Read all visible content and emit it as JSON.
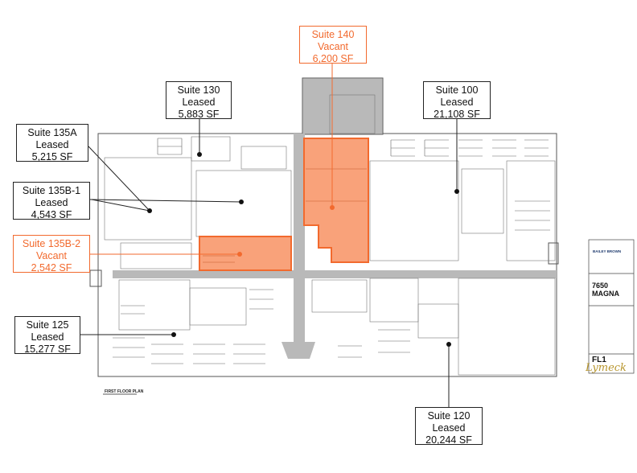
{
  "suites": [
    {
      "id": "suite-130",
      "name": "Suite 130",
      "status": "Leased",
      "size": "5,883 SF",
      "vacant": false
    },
    {
      "id": "suite-135a",
      "name": "Suite 135A",
      "status": "Leased",
      "size": "5,215 SF",
      "vacant": false
    },
    {
      "id": "suite-135b-1",
      "name": "Suite 135B-1",
      "status": "Leased",
      "size": "4,543 SF",
      "vacant": false
    },
    {
      "id": "suite-135b-2",
      "name": "Suite 135B-2",
      "status": "Vacant",
      "size": "2,542 SF",
      "vacant": true
    },
    {
      "id": "suite-125",
      "name": "Suite 125",
      "status": "Leased",
      "size": "15,277 SF",
      "vacant": false
    },
    {
      "id": "suite-140",
      "name": "Suite 140",
      "status": "Vacant",
      "size": "6,200 SF",
      "vacant": true
    },
    {
      "id": "suite-100",
      "name": "Suite 100",
      "status": "Leased",
      "size": "21,108 SF",
      "vacant": false
    },
    {
      "id": "suite-120",
      "name": "Suite 120",
      "status": "Leased",
      "size": "20,244 SF",
      "vacant": false
    }
  ],
  "title_block": {
    "brand": "BAILEY BROWN",
    "project_line1": "7650",
    "project_line2": "MAGNA",
    "sheet": "FL1"
  },
  "plan_title": "FIRST FLOOR PLAN",
  "signature": "Lymeck",
  "colors": {
    "vacant": "#f26a2e",
    "vacant_fill": "#f9a27a",
    "line": "#222222",
    "plan_line": "#555555",
    "common_area": "#b9b9b9"
  }
}
